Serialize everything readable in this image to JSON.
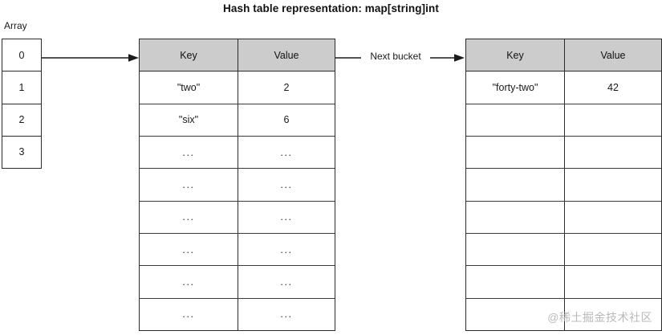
{
  "title": "Hash table representation: map[string]int",
  "array": {
    "label": "Array",
    "cells": [
      "0",
      "1",
      "2",
      "3"
    ]
  },
  "connector": {
    "next_bucket_label": "Next bucket",
    "arrow_icon": "arrow-right-icon"
  },
  "buckets": [
    {
      "name": "bucket-1",
      "columns": [
        "Key",
        "Value"
      ],
      "rows": [
        {
          "key": "\"two\"",
          "value": "2"
        },
        {
          "key": "\"six\"",
          "value": "6"
        },
        {
          "key": "...",
          "value": "..."
        },
        {
          "key": "...",
          "value": "..."
        },
        {
          "key": "...",
          "value": "..."
        },
        {
          "key": "...",
          "value": "..."
        },
        {
          "key": "...",
          "value": "..."
        },
        {
          "key": "...",
          "value": "..."
        }
      ]
    },
    {
      "name": "bucket-2",
      "columns": [
        "Key",
        "Value"
      ],
      "rows": [
        {
          "key": "\"forty-two\"",
          "value": "42"
        },
        {
          "key": "",
          "value": ""
        },
        {
          "key": "",
          "value": ""
        },
        {
          "key": "",
          "value": ""
        },
        {
          "key": "",
          "value": ""
        },
        {
          "key": "",
          "value": ""
        },
        {
          "key": "",
          "value": ""
        },
        {
          "key": "",
          "value": ""
        }
      ]
    }
  ],
  "watermark": "@稀土掘金技术社区",
  "colors": {
    "header_fill": "#cccccc",
    "stroke": "#2b2b2b",
    "background": "#ffffff",
    "watermark": "#b9b9b9"
  }
}
